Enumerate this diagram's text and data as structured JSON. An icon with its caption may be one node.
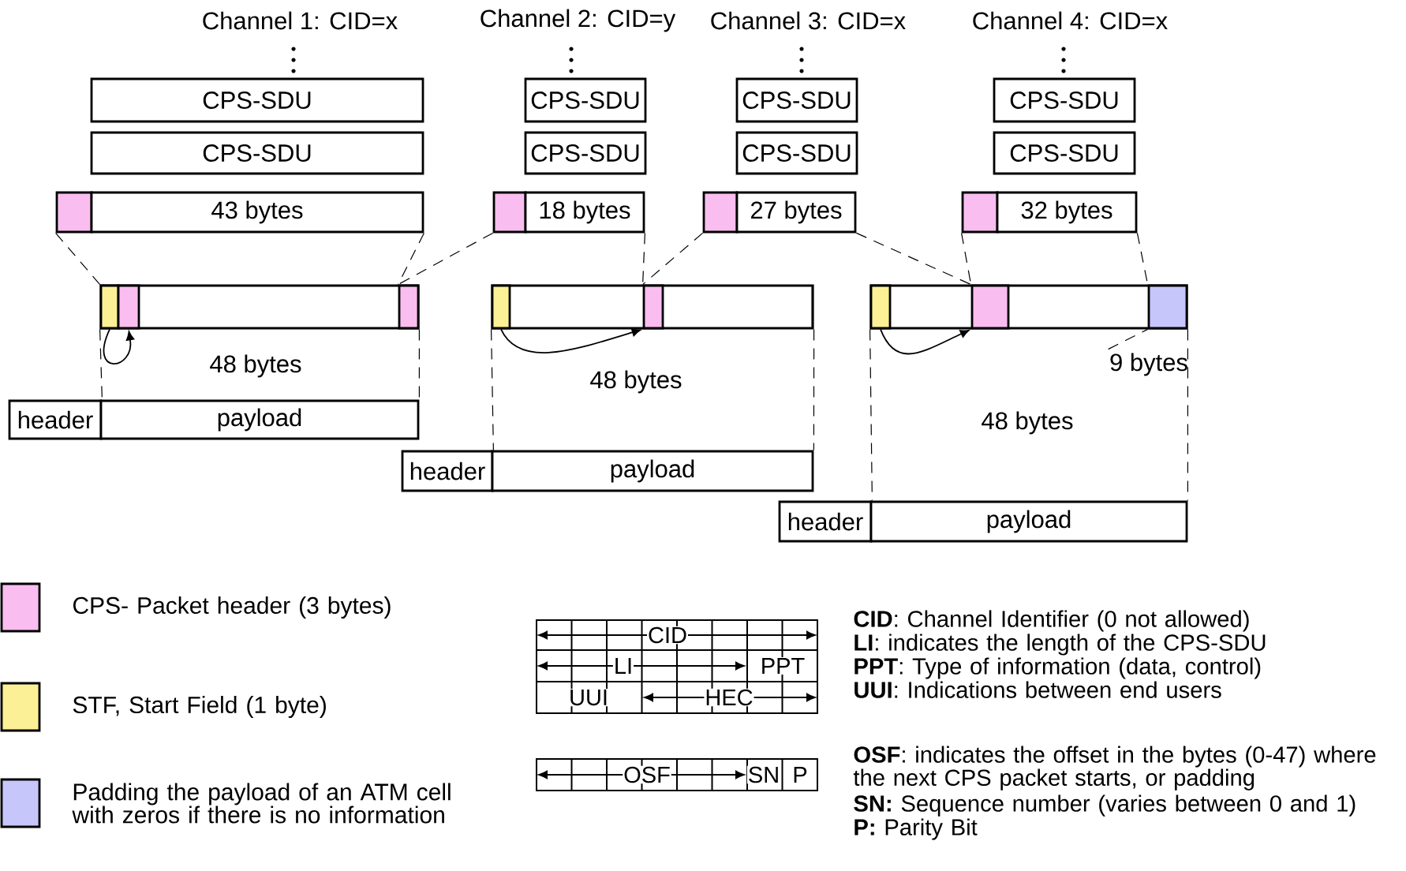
{
  "diagram": {
    "nodes": [
      {
        "text": [
          "CPS-SDU"
        ]
      },
      {
        "text": [
          "CPS-SDU"
        ]
      },
      {
        "text": [
          "CPS-SDU"
        ]
      },
      {
        "text": [
          "CPS-SDU"
        ]
      },
      {
        "text": [
          "CPS-SDU"
        ]
      },
      {
        "text": [
          "CPS-SDU"
        ]
      },
      {
        "text": [
          "CPS-SDU"
        ]
      },
      {
        "text": [
          "CPS-SDU"
        ]
      },
      {
        "text": [],
        "shape": "box"
      },
      {
        "text": [
          "43 bytes"
        ]
      },
      {
        "text": [],
        "shape": "box"
      },
      {
        "text": [
          "18 bytes"
        ]
      },
      {
        "text": [],
        "shape": "box"
      },
      {
        "text": [
          "27 bytes"
        ]
      },
      {
        "text": [],
        "shape": "box"
      },
      {
        "text": [
          "32 bytes"
        ]
      },
      {
        "text": [],
        "shape": "bar"
      },
      {
        "text": [],
        "shape": "box",
        "in": 16
      },
      {
        "text": [],
        "shape": "box",
        "in": 16
      },
      {
        "text": [],
        "shape": "box",
        "in": 16
      },
      {
        "text": [],
        "shape": "bar"
      },
      {
        "text": [],
        "shape": "box",
        "in": 20
      },
      {
        "text": [],
        "shape": "box",
        "in": 20
      },
      {
        "text": [],
        "shape": "bar"
      },
      {
        "text": [],
        "shape": "box",
        "in": 23
      },
      {
        "text": [],
        "shape": "box",
        "in": 23
      },
      {
        "text": [],
        "shape": "box",
        "in": 23
      },
      {
        "text": [
          "9 bytes"
        ]
      },
      {
        "text": [
          "header"
        ]
      },
      {
        "text": [
          "payload"
        ]
      },
      {
        "text": [
          "header"
        ]
      },
      {
        "text": [
          "payload"
        ]
      },
      {
        "text": [
          "header"
        ]
      },
      {
        "text": [
          "payload"
        ]
      }
    ],
    "edges": [
      {
        "from": 17,
        "to": 18,
        "arrow": "to"
      },
      {
        "from": 21,
        "to": 22,
        "arrow": "to"
      },
      {
        "from": 24,
        "to": 25,
        "arrow": "to"
      },
      {
        "from": 27,
        "to": 26,
        "arrow": "none",
        "style": "dashed"
      },
      {
        "from": 8,
        "to": 17,
        "arrow": "none",
        "style": "dashed"
      },
      {
        "from": 9,
        "to": 19,
        "arrow": "none",
        "style": "dashed"
      },
      {
        "from": 10,
        "to": 19,
        "arrow": "none",
        "style": "dashed"
      },
      {
        "from": 11,
        "to": 22,
        "arrow": "none",
        "style": "dashed"
      },
      {
        "from": 12,
        "to": 22,
        "arrow": "none",
        "style": "dashed"
      },
      {
        "from": 13,
        "to": 25,
        "arrow": "none",
        "style": "dashed"
      },
      {
        "from": 14,
        "to": 25,
        "arrow": "none",
        "style": "dashed"
      },
      {
        "from": 15,
        "to": 26,
        "arrow": "none",
        "style": "dashed"
      },
      {
        "from": 17,
        "to": 28,
        "arrow": "none",
        "style": "dashed"
      },
      {
        "from": 19,
        "to": 29,
        "arrow": "none",
        "style": "dashed"
      },
      {
        "from": 21,
        "to": 30,
        "arrow": "none",
        "style": "dashed"
      },
      {
        "from": 20,
        "to": 31,
        "arrow": "none",
        "style": "dashed"
      },
      {
        "from": 24,
        "to": 32,
        "arrow": "none",
        "style": "dashed"
      },
      {
        "from": 26,
        "to": 33,
        "arrow": "none",
        "style": "dashed"
      }
    ],
    "labels": [
      "Channel 1: CID=x",
      "Channel 2: CID=y",
      "Channel 3: CID=x",
      "Channel 4: CID=x",
      "48 bytes",
      "48 bytes",
      "48 bytes",
      "CID",
      "LI",
      "PPT",
      "UUI",
      "HEC",
      "OSF",
      "SN",
      "P",
      "**CID**: Channel Identifier (0 not allowed)",
      "**LI**: indicates the length of the CPS-SDU",
      "**PPT**: Type of information (data, control)",
      "**UUI**: Indications between end users",
      "**OSF**: indicates the offset in the bytes (0-47) where the next CPS packet starts, or padding",
      "**SN:** Sequence number (varies between 0 and 1)",
      "**P:** Parity Bit"
    ],
    "legend": [
      {
        "text": "CPS- Packet header (3 bytes)",
        "color": "#f9bdf0"
      },
      {
        "text": "STF, Start Field (1 byte)",
        "color": "#fbf095"
      },
      {
        "text": "Padding the payload of an ATM cell with zeros if there is no information",
        "color": "#c6c6fb"
      }
    ]
  }
}
